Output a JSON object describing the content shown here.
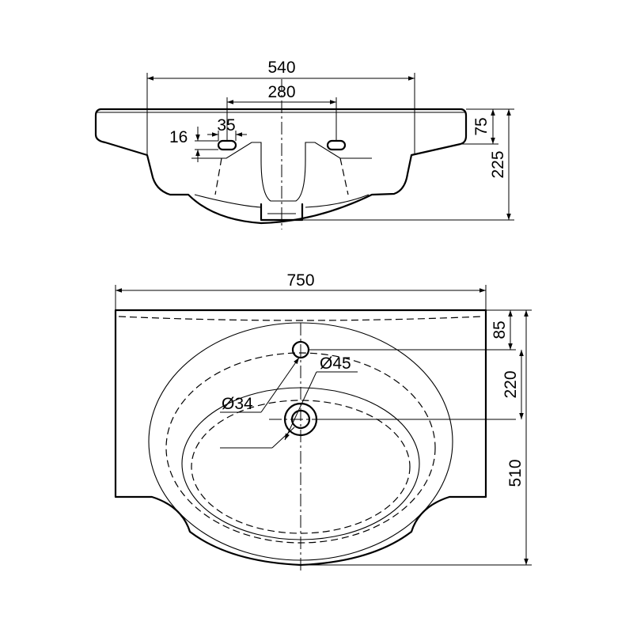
{
  "top_view": {
    "dimensions": {
      "overall_width": "540",
      "tap_hole_spacing": "280",
      "slot_height": "16",
      "slot_width": "35",
      "rim_height": "75",
      "total_height": "225"
    }
  },
  "plan_view": {
    "dimensions": {
      "overall_width": "750",
      "tap_hole_offset": "85",
      "drain_offset": "220",
      "overall_depth": "510",
      "drain_diameter": "Ø45",
      "tap_hole_diameter": "Ø34"
    }
  }
}
